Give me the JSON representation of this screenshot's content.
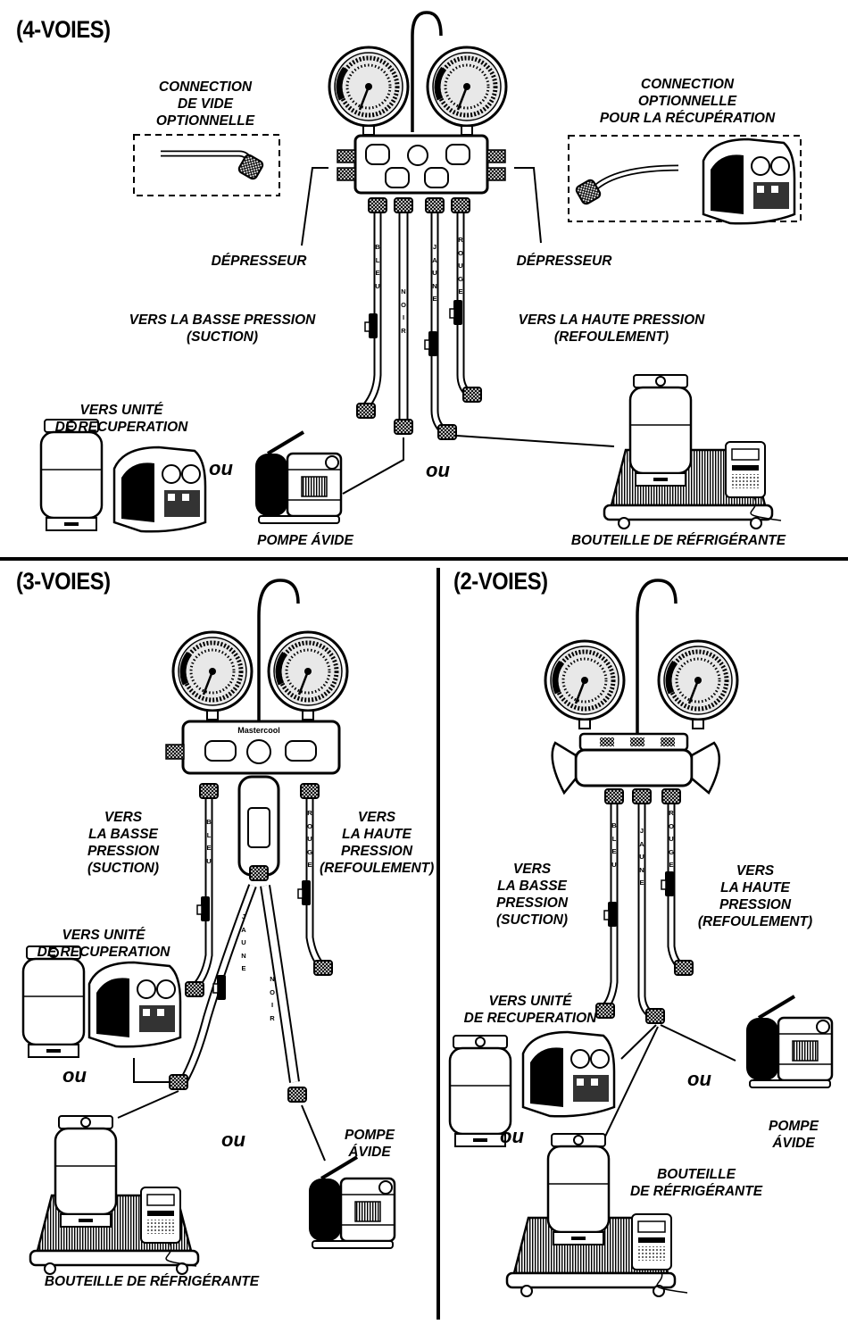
{
  "sections": {
    "four_way": "(4-VOIES)",
    "three_way": "(3-VOIES)",
    "two_way": "(2-VOIES)"
  },
  "four_way": {
    "vacuum_option": [
      "CONNECTION",
      "DE VIDE",
      "OPTIONNELLE"
    ],
    "recovery_option": [
      "CONNECTION",
      "OPTIONNELLE",
      "POUR LA RÉCUPÉRATION"
    ],
    "depressor_left": "DÉPRESSEUR",
    "depressor_right": "DÉPRESSEUR",
    "low_pressure": [
      "VERS LA BASSE PRESSION",
      "(SUCTION)"
    ],
    "high_pressure": [
      "VERS LA HAUTE PRESSION",
      "(REFOULEMENT)"
    ],
    "recovery_unit": [
      "VERS UNITÉ",
      "DE RECUPERATION"
    ],
    "or_1": "ou",
    "or_2": "ou",
    "vacuum_pump": "POMPE ÁVIDE",
    "refrigerant_bottle": "BOUTEILLE DE RÉFRIGÉRANTE",
    "hose_blue": [
      "B",
      "L",
      "E",
      "U"
    ],
    "hose_black": [
      "N",
      "O",
      "I",
      "R"
    ],
    "hose_yellow": [
      "J",
      "A",
      "U",
      "N",
      "E"
    ],
    "hose_red": [
      "R",
      "O",
      "U",
      "G",
      "E"
    ]
  },
  "three_way": {
    "low_pressure": [
      "VERS",
      "LA BASSE",
      "PRESSION",
      "(SUCTION)"
    ],
    "high_pressure": [
      "VERS",
      "LA HAUTE",
      "PRESSION",
      "(REFOULEMENT)"
    ],
    "recovery_unit": [
      "VERS UNITÉ",
      "DE RECUPERATION"
    ],
    "or_1": "ou",
    "or_2": "ou",
    "vacuum_pump": [
      "POMPE",
      "ÁVIDE"
    ],
    "refrigerant_bottle": "BOUTEILLE DE RÉFRIGÉRANTE",
    "brand": "Mastercool",
    "hose_blue": [
      "B",
      "L",
      "E",
      "U"
    ],
    "hose_red": [
      "R",
      "O",
      "U",
      "G",
      "E"
    ],
    "hose_yellow": [
      "J",
      "A",
      "U",
      "N",
      "E"
    ],
    "hose_black": [
      "N",
      "O",
      "I",
      "R"
    ]
  },
  "two_way": {
    "low_pressure": [
      "VERS",
      "LA BASSE",
      "PRESSION",
      "(SUCTION)"
    ],
    "high_pressure": [
      "VERS",
      "LA HAUTE",
      "PRESSION",
      "(REFOULEMENT)"
    ],
    "recovery_unit": [
      "VERS UNITÉ",
      "DE RECUPERATION"
    ],
    "or_1": "ou",
    "or_2": "ou",
    "vacuum_pump": [
      "POMPE",
      "ÁVIDE"
    ],
    "refrigerant_bottle": [
      "BOUTEILLE",
      "DE RÉFRIGÉRANTE"
    ],
    "hose_blue": [
      "B",
      "L",
      "E",
      "U"
    ],
    "hose_yellow": [
      "J",
      "A",
      "U",
      "N",
      "E"
    ],
    "hose_red": [
      "R",
      "O",
      "U",
      "G",
      "E"
    ]
  }
}
